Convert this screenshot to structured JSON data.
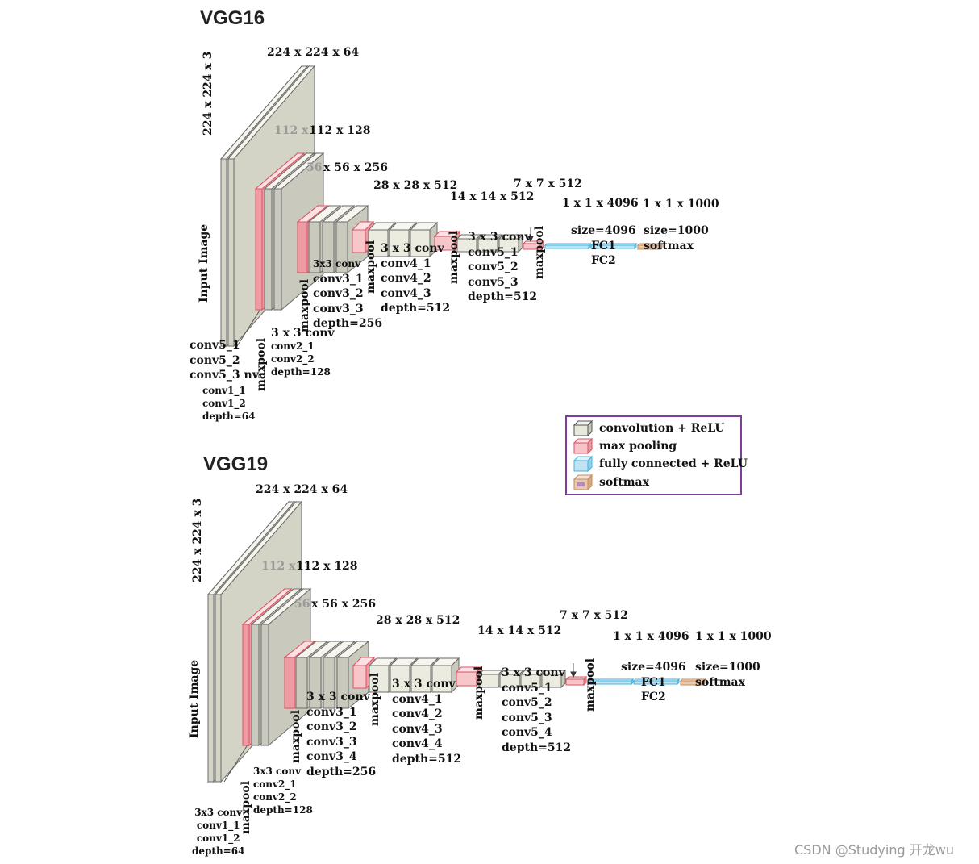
{
  "vgg16": {
    "title": "VGG16",
    "input_dim": "224 x 224 x 3",
    "input_label": "Input Image",
    "block1_dim": "224 x 224 x 64",
    "block2_dim_grey": "112 x",
    "block2_dim": "112 x 128",
    "block3_dim_grey": "56",
    "block3_dim": "x 56 x 256",
    "block4_dim": "28 x 28 x 512",
    "block5_dim": "14 x 14 x 512",
    "pool5_dim": "7 x 7 x 512",
    "fc_dim": "1 x 1 x 4096",
    "softmax_dim": "1 x 1 x 1000",
    "block1_layers_a": [
      "conv5_1",
      "conv5_2",
      "conv5_3"
    ],
    "block1_layers_a_tail": "nv",
    "block1_layers_b": [
      "conv1_1",
      "conv1_2",
      "depth=64"
    ],
    "block2_layers": [
      "3 x 3 conv",
      "conv2_1",
      "conv2_2",
      "depth=128"
    ],
    "block3_layers": [
      "3x3 conv",
      "conv3_1",
      "conv3_2",
      "conv3_3",
      "depth=256"
    ],
    "block4_layers": [
      "3 x 3 conv",
      "conv4_1",
      "conv4_2",
      "conv4_3",
      "depth=512"
    ],
    "block5_layers": [
      "3 x 3 conv",
      "conv5_1",
      "conv5_2",
      "conv5_3",
      "depth=512"
    ],
    "fc_info": [
      "size=4096",
      "FC1",
      "FC2"
    ],
    "softmax_info": [
      "size=1000",
      "softmax"
    ],
    "maxpool": "maxpool"
  },
  "vgg19": {
    "title": "VGG19",
    "input_dim": "224 x 224 x 3",
    "input_label": "Input Image",
    "block1_dim": "224 x 224 x 64",
    "block2_dim_grey": "112 x",
    "block2_dim": "112 x 128",
    "block3_dim_grey": "56",
    "block3_dim": "x 56 x 256",
    "block4_dim": "28 x 28 x 512",
    "block5_dim": "14 x 14 x 512",
    "pool5_dim": "7 x 7 x 512",
    "fc_dim": "1 x 1 x 4096",
    "softmax_dim": "1 x 1 x 1000",
    "block1_layers": [
      "3x3 conv",
      "conv1_1",
      "conv1_2",
      "depth=64"
    ],
    "block2_layers": [
      "3x3 conv",
      "conv2_1",
      "conv2_2",
      "depth=128"
    ],
    "block3_layers": [
      "3 x 3 conv",
      "conv3_1",
      "conv3_2",
      "conv3_3",
      "conv3_4",
      "depth=256"
    ],
    "block4_layers": [
      "3 x 3 conv",
      "conv4_1",
      "conv4_2",
      "conv4_3",
      "conv4_4",
      "depth=512"
    ],
    "block5_layers": [
      "3 x 3 conv",
      "conv5_1",
      "conv5_2",
      "conv5_3",
      "conv5_4",
      "depth=512"
    ],
    "fc_info": [
      "size=4096",
      "FC1",
      "FC2"
    ],
    "softmax_info": [
      "size=1000",
      "softmax"
    ],
    "maxpool": "maxpool"
  },
  "legend": {
    "items": [
      {
        "label": "convolution + ReLU",
        "color": "#e8e8dc"
      },
      {
        "label": "max pooling",
        "color": "#f6c4c8"
      },
      {
        "label": "fully connected + ReLU",
        "color": "#bfe3f3"
      },
      {
        "label": "softmax",
        "color": "#e9c9ad"
      }
    ],
    "border_color": "#7b3f97"
  },
  "watermark": "CSDN @Studying 开龙wu"
}
